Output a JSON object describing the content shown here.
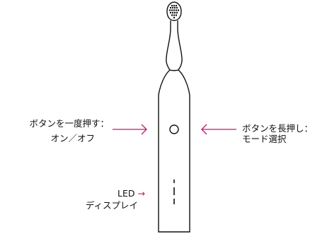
{
  "diagram": {
    "device": "electric toothbrush",
    "accent_color": "#c0186e",
    "stroke_color": "#111111",
    "labels": {
      "press_once_line1": "ボタンを一度押す：",
      "press_once_line2": "オン／オフ",
      "long_press_line1": "ボタンを長押し：",
      "long_press_line2": "モード選択",
      "led_line1": "LED",
      "led_arrow": "→",
      "led_line2": "ディスプレイ"
    }
  }
}
